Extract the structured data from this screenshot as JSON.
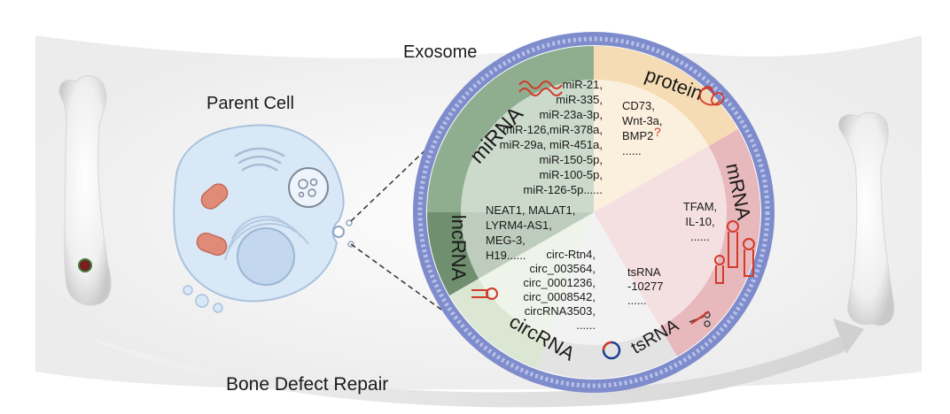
{
  "labels": {
    "exosome": "Exosome",
    "parent_cell": "Parent Cell",
    "bottom": "Bone Defect Repair"
  },
  "sectors": {
    "mirna": {
      "label": "miRNA",
      "color": "#8fae8f",
      "items": [
        "miR-21,",
        "miR-335,",
        "miR-23a-3p,",
        "miR-126,miR-378a,",
        "miR-29a, miR-451a,",
        "miR-150-5p,",
        "miR-100-5p,",
        "miR-126-5p......"
      ]
    },
    "protein": {
      "label": "protein",
      "color": "#f6dcb4",
      "items": [
        "CD73,",
        "Wnt-3a,",
        "BMP2",
        "......"
      ],
      "question_mark": "?"
    },
    "mrna": {
      "label": "mRNA",
      "color": "#e7b8bc",
      "items": [
        "TFAM,",
        "IL-10,",
        "......"
      ]
    },
    "lncrna": {
      "label": "lncRNA",
      "color": "#6f8f6f",
      "items": [
        "NEAT1, MALAT1,",
        "LYRM4-AS1,",
        "MEG-3,",
        "H19......"
      ]
    },
    "circrna": {
      "label": "circRNA",
      "color": "#dbe6d3",
      "items": [
        "circ-Rtn4,",
        "circ_003564,",
        "circ_0001236,",
        "circ_0008542,",
        "circRNA3503,",
        "......"
      ]
    },
    "tsrna": {
      "label": "tsRNA",
      "color": "#e3e3e3",
      "items": [
        "tsRNA",
        "-10277",
        "......"
      ]
    }
  },
  "colors": {
    "membrane": "#7f8fd0",
    "cell_fill": "#d6e6f5",
    "cell_stroke": "#9cb6d6",
    "mito": "#e08a78",
    "red_icon": "#d23a2a"
  },
  "icons": [
    "rna-strand-icon",
    "protein-icon",
    "mrna-hairpin-icon",
    "lncrna-hairpin-icon",
    "circrna-ring-icon",
    "tsrna-scissors-icon",
    "bone-icon",
    "mitochondria-icon",
    "golgi-icon",
    "nucleus-icon"
  ]
}
